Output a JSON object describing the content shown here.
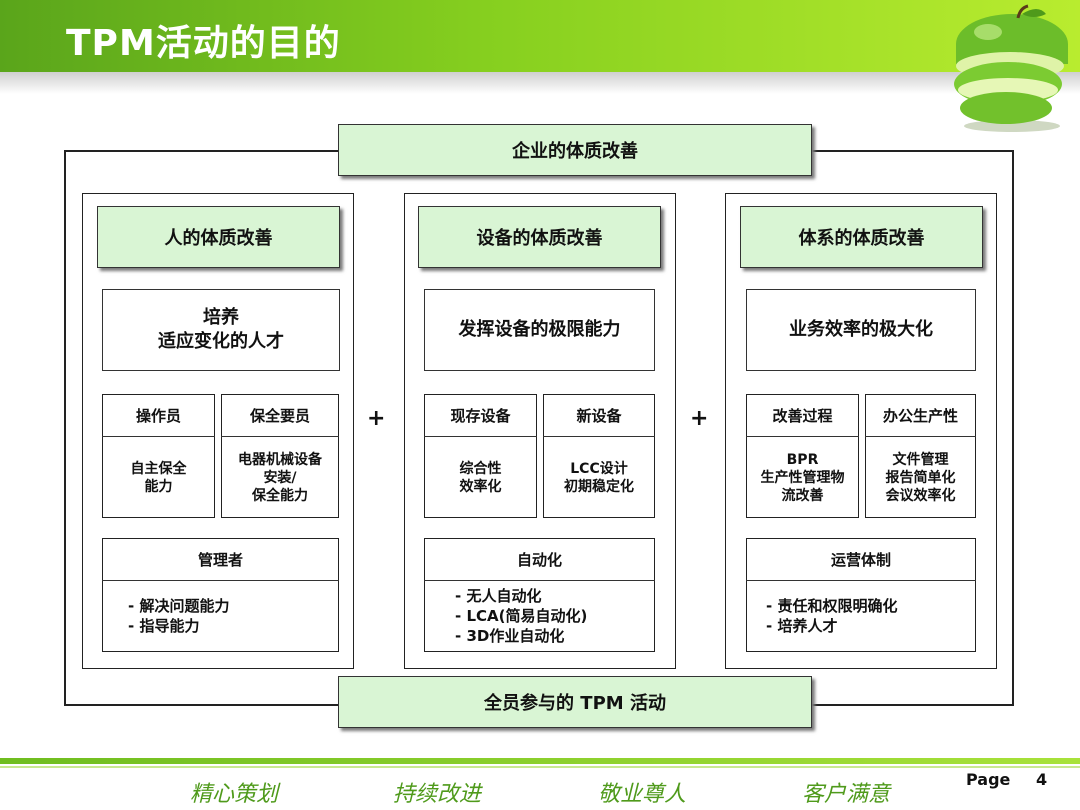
{
  "title": "TPM活动的目的",
  "top_banner": "企业的体质改善",
  "bottom_banner": "全员参与的 TPM 活动",
  "plus_sign": "+",
  "columns": [
    {
      "header": "人的体质改善",
      "goal": "培养\n适应变化的人才",
      "sub_left": {
        "label": "操作员",
        "body": "自主保全\n能力"
      },
      "sub_right": {
        "label": "保全要员",
        "body": "电器机械设备\n安装/\n保全能力"
      },
      "bottom": {
        "label": "管理者",
        "items": "- 解决问题能力\n- 指导能力"
      }
    },
    {
      "header": "设备的体质改善",
      "goal": "发挥设备的极限能力",
      "sub_left": {
        "label": "现存设备",
        "body": "综合性\n效率化"
      },
      "sub_right": {
        "label": "新设备",
        "body": "LCC设计\n初期稳定化"
      },
      "bottom": {
        "label": "自动化",
        "items": "- 无人自动化\n- LCA(简易自动化)\n- 3D作业自动化"
      }
    },
    {
      "header": "体系的体质改善",
      "goal": "业务效率的极大化",
      "sub_left": {
        "label": "改善过程",
        "body": "BPR\n生产性管理物\n流改善"
      },
      "sub_right": {
        "label": "办公生产性",
        "body": "文件管理\n报告简单化\n会议效率化"
      },
      "bottom": {
        "label": "运营体制",
        "items": "- 责任和权限明确化\n- 培养人才"
      }
    }
  ],
  "footer": {
    "slogans": [
      "精心策划",
      "持续改进",
      "敬业尊人",
      "客户满意"
    ],
    "page_label": "Page",
    "page_number": "4"
  },
  "colors": {
    "header_green": "#86cf1f",
    "box_green": "#d9f5d4",
    "slogan_green": "#4f9a1b"
  }
}
